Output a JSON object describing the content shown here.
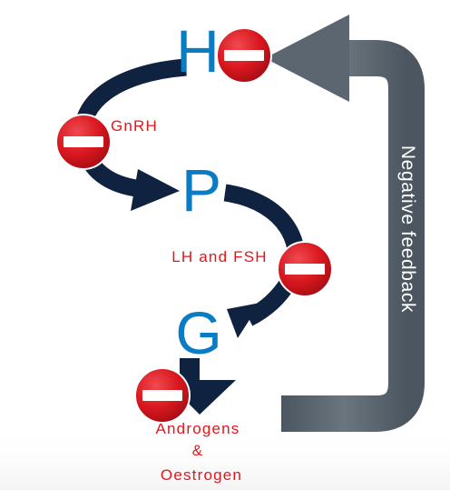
{
  "stages": {
    "hypothalamus": "H",
    "pituitary": "P",
    "gonads": "G"
  },
  "hormones": {
    "gnrh": "GnRH",
    "lh_fsh": "LH and FSH",
    "sex_steroids": [
      "Androgens",
      "&",
      "Oestrogen"
    ]
  },
  "feedback": {
    "label": "Negative feedback"
  },
  "icons": {
    "block": "no-entry-icon",
    "flow": "curved-arrow-icon",
    "feedback": "feedback-arrow-icon"
  },
  "colors": {
    "stage_letter": "#0a7cc4",
    "hormone_text": "#e3161c",
    "flow_arrow": "#0f2340",
    "feedback_arrow": "#5b6670",
    "no_entry": "#d9171f"
  }
}
